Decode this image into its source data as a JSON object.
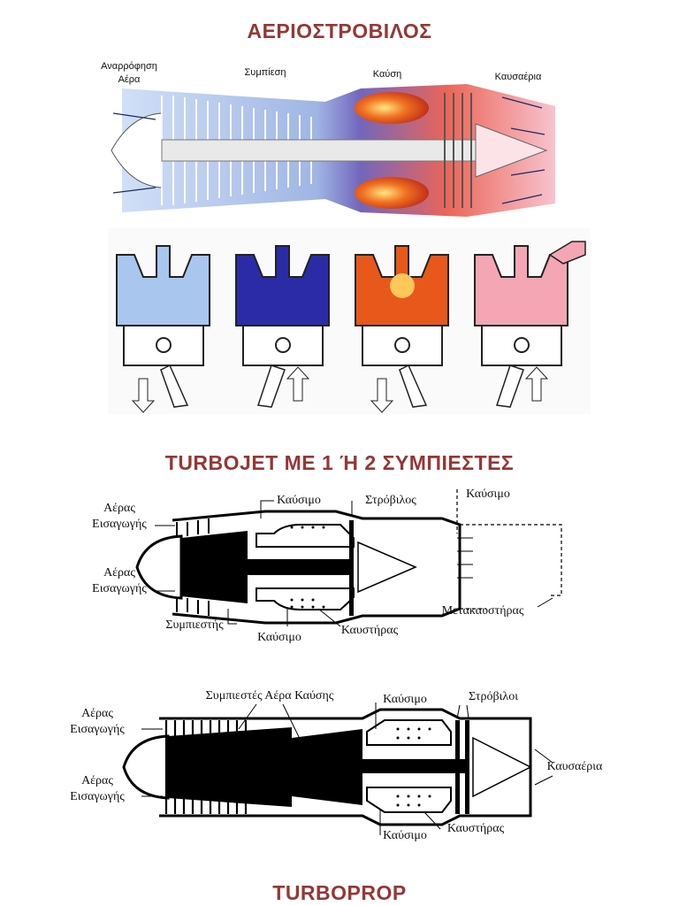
{
  "titles": {
    "gas_turbine": "ΑΕΡΙΟΣΤΡΟΒΙΛΟΣ",
    "turbojet": "TURBOJET ΜΕ 1 Ή 2 ΣΥΜΠΙΕΣΤΕΣ",
    "turboprop": "TURBOPROP"
  },
  "gas_turbine_diagram": {
    "stage_labels": {
      "intake_line1": "Αναρρόφηση",
      "intake_line2": "Αέρα",
      "compression": "Συμπίεση",
      "combustion": "Καύση",
      "exhaust": "Καυσαέρια"
    },
    "colors": {
      "intake": "#a9c6ee",
      "compression": "#2b2ba8",
      "combustion": "#e8581a",
      "exhaust": "#f4a6b4"
    }
  },
  "turbojet_diagram": {
    "labels": {
      "air_intake_top_1": "Αέρας",
      "air_intake_top_2": "Εισαγωγής",
      "air_intake_bottom_1": "Αέρας",
      "air_intake_bottom_2": "Εισαγωγής",
      "fuel_top": "Καύσιμο",
      "turbine": "Στρόβιλος",
      "fuel_afterburner": "Καύσιμο",
      "compressor": "Συμπιεστής",
      "fuel_bottom": "Καύσιμο",
      "combustor": "Καυστήρας",
      "afterburner": "Μετακαυστήρας"
    }
  },
  "turboprop_diagram": {
    "labels": {
      "combustion_air_compressors": "Συμπιεστές Αέρα Καύσης",
      "fuel_top": "Καύσιμο",
      "turbines": "Στρόβιλοι",
      "air_intake_top_1": "Αέρας",
      "air_intake_top_2": "Εισαγωγής",
      "exhaust": "Καυσαέρια",
      "air_intake_bottom_1": "Αέρας",
      "air_intake_bottom_2": "Εισαγωγής",
      "combustor": "Καυστήρας",
      "fuel_bottom": "Καύσιμο"
    }
  }
}
